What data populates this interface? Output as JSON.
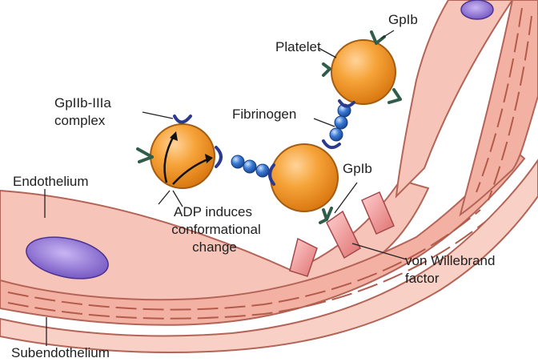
{
  "labels": {
    "gplb_top": "GpIb",
    "platelet": "Platelet",
    "gp2b3a_line1": "GpIIb-IIIa",
    "gp2b3a_line2": "complex",
    "fibrinogen": "Fibrinogen",
    "endothelium": "Endothelium",
    "gplb_mid": "GpIb",
    "adp_line1": "ADP induces",
    "adp_line2": "conformational",
    "adp_line3": "change",
    "vwf_line1": "von Willebrand",
    "vwf_line2": "factor",
    "subendothelium": "Subendothelium"
  },
  "colors": {
    "vessel_wall": "#f2b9ae",
    "vessel_inner": "#fbe1d9",
    "vessel_stroke": "#b36457",
    "platelet": "#f39a24",
    "platelet_stroke": "#a35c12",
    "receptor": "#2f5d4a",
    "gp2b3a": "#2b3a8f",
    "fibrinogen": "#3a7bd5",
    "vwf": "#f08e8e",
    "nucleus": "#8a6ad0"
  }
}
